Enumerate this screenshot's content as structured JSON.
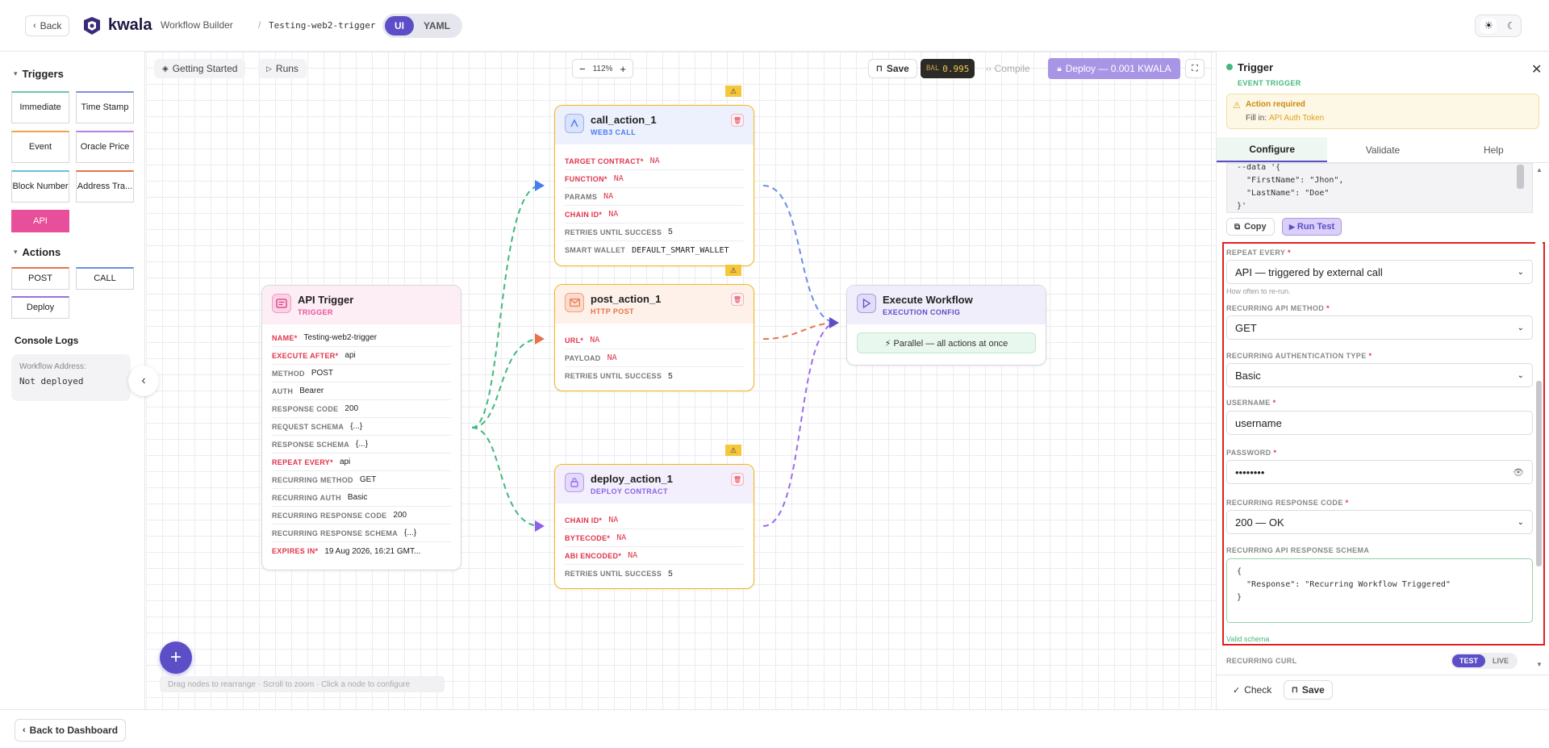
{
  "header": {
    "back_label": "Back",
    "brand": "kwala",
    "breadcrumb_1": "Workflow Builder",
    "breadcrumb_sep": "/",
    "workflow_name": "Testing-web2-trigger",
    "view_modes": [
      "UI",
      "YAML"
    ],
    "active_view": "UI"
  },
  "sidebar": {
    "triggers_title": "Triggers",
    "triggers": [
      "Immediate",
      "Time Stamp",
      "Event",
      "Oracle Price",
      "Block Number",
      "Address Tra...",
      "API"
    ],
    "actions_title": "Actions",
    "actions": [
      "POST",
      "CALL",
      "Deploy"
    ],
    "console_title": "Console Logs",
    "workflow_address_label": "Workflow Address:",
    "workflow_address_value": "Not deployed"
  },
  "canvas_toolbar": {
    "getting_started": "Getting Started",
    "runs": "Runs",
    "zoom": "112%",
    "save": "Save",
    "bal_label": "BAL",
    "bal_value": "0.995",
    "compile": "Compile",
    "deploy": "Deploy — 0.001 KWALA"
  },
  "nodes": {
    "api_trigger": {
      "title": "API Trigger",
      "subtitle": "TRIGGER",
      "rows": [
        {
          "k": "NAME",
          "req": true,
          "v": "Testing-web2-trigger"
        },
        {
          "k": "EXECUTE AFTER",
          "req": true,
          "v": "api"
        },
        {
          "k": "METHOD",
          "req": false,
          "v": "POST"
        },
        {
          "k": "AUTH",
          "req": false,
          "v": "Bearer"
        },
        {
          "k": "RESPONSE CODE",
          "req": false,
          "v": "200"
        },
        {
          "k": "REQUEST SCHEMA",
          "req": false,
          "v": "{...}"
        },
        {
          "k": "RESPONSE SCHEMA",
          "req": false,
          "v": "{...}"
        },
        {
          "k": "REPEAT EVERY",
          "req": true,
          "v": "api"
        },
        {
          "k": "RECURRING METHOD",
          "req": false,
          "v": "GET"
        },
        {
          "k": "RECURRING AUTH",
          "req": false,
          "v": "Basic"
        },
        {
          "k": "RECURRING RESPONSE CODE",
          "req": false,
          "v": "200"
        },
        {
          "k": "RECURRING RESPONSE SCHEMA",
          "req": false,
          "v": "{...}"
        },
        {
          "k": "EXPIRES IN",
          "req": true,
          "v": "19 Aug 2026, 16:21 GMT..."
        }
      ]
    },
    "call_action": {
      "title": "call_action_1",
      "subtitle": "WEB3 CALL",
      "rows": [
        {
          "k": "TARGET CONTRACT",
          "req": true,
          "v": "NA"
        },
        {
          "k": "FUNCTION",
          "req": true,
          "v": "NA"
        },
        {
          "k": "PARAMS",
          "req": false,
          "v": "NA"
        },
        {
          "k": "CHAIN ID",
          "req": true,
          "v": "NA"
        },
        {
          "k": "RETRIES UNTIL SUCCESS",
          "req": false,
          "v": "5"
        },
        {
          "k": "SMART WALLET",
          "req": false,
          "v": "DEFAULT_SMART_WALLET"
        }
      ]
    },
    "post_action": {
      "title": "post_action_1",
      "subtitle": "HTTP POST",
      "rows": [
        {
          "k": "URL",
          "req": true,
          "v": "NA"
        },
        {
          "k": "PAYLOAD",
          "req": false,
          "v": "NA"
        },
        {
          "k": "RETRIES UNTIL SUCCESS",
          "req": false,
          "v": "5"
        }
      ]
    },
    "deploy_action": {
      "title": "deploy_action_1",
      "subtitle": "DEPLOY CONTRACT",
      "rows": [
        {
          "k": "CHAIN ID",
          "req": true,
          "v": "NA"
        },
        {
          "k": "BYTECODE",
          "req": true,
          "v": "NA"
        },
        {
          "k": "ABI ENCODED",
          "req": true,
          "v": "NA"
        },
        {
          "k": "RETRIES UNTIL SUCCESS",
          "req": false,
          "v": "5"
        }
      ]
    },
    "execute": {
      "title": "Execute Workflow",
      "subtitle": "EXECUTION CONFIG",
      "badge": "⚡ Parallel — all actions at once"
    }
  },
  "canvas_hint": "Drag nodes to rearrange · Scroll to zoom · Click a node to configure",
  "panel": {
    "title": "Trigger",
    "subtitle": "EVENT TRIGGER",
    "alert_title": "Action required",
    "alert_text": "Fill in:",
    "alert_link": "API Auth Token",
    "tabs": [
      "Configure",
      "Validate",
      "Help"
    ],
    "active_tab": "Configure",
    "code_lines": [
      "--data '{",
      "  \"FirstName\": \"Jhon\",",
      "  \"LastName\": \"Doe\"",
      "}'"
    ],
    "copy": "Copy",
    "run_test": "Run Test",
    "repeat_every_label": "REPEAT EVERY",
    "repeat_every_value": "API — triggered by external call",
    "repeat_every_help": "How often to re-run.",
    "method_label": "RECURRING API METHOD",
    "method_value": "GET",
    "auth_label": "RECURRING AUTHENTICATION TYPE",
    "auth_value": "Basic",
    "username_label": "USERNAME",
    "username_value": "username",
    "password_label": "PASSWORD",
    "password_value": "••••••••",
    "response_code_label": "RECURRING RESPONSE CODE",
    "response_code_value": "200 — OK",
    "schema_label": "RECURRING API RESPONSE SCHEMA",
    "schema_lines": [
      "{",
      "  \"Response\": \"Recurring Workflow Triggered\"",
      "}"
    ],
    "schema_valid": "Valid schema",
    "curl_label": "RECURRING CURL",
    "curl_modes": [
      "TEST",
      "LIVE"
    ],
    "check": "Check",
    "save": "Save"
  },
  "footer": {
    "back_to_dashboard": "Back to Dashboard"
  },
  "colors": {
    "accent": "#5b4ec7",
    "trigger_pink": "#e84f9b",
    "warning": "#f3b51a",
    "required": "#e0334a",
    "highlight_border": "#e02020"
  }
}
